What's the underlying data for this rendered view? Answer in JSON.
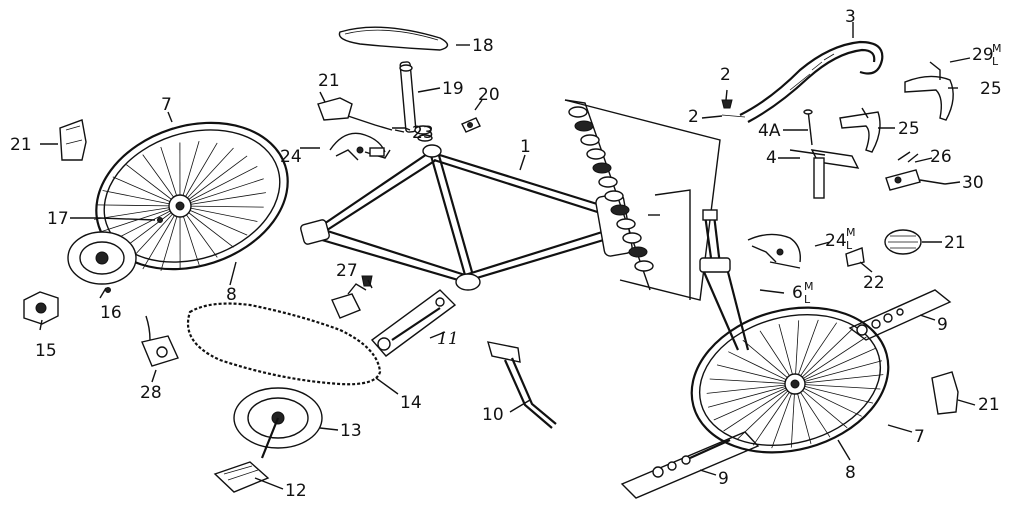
{
  "labels": {
    "l1": "1",
    "l2a": "2",
    "l2b": "2",
    "l3": "3",
    "l4": "4",
    "l4a": "4A",
    "l6": "6",
    "l6_sup_top": "M",
    "l6_sup_bot": "L",
    "l7a": "7",
    "l7b": "7",
    "l8a": "8",
    "l8b": "8",
    "l9a": "9",
    "l9b": "9",
    "l10": "10",
    "l11": "11",
    "l12": "12",
    "l13": "13",
    "l14": "14",
    "l15": "15",
    "l16": "16",
    "l17": "17",
    "l18": "18",
    "l19": "19",
    "l20": "20",
    "l21a": "21",
    "l21b": "21",
    "l21c": "21",
    "l21d": "21",
    "l22": "22",
    "l23": "23",
    "l24a": "24",
    "l24b": "24",
    "l24b_sup_top": "M",
    "l24b_sup_bot": "L",
    "l25a": "25",
    "l25b": "25",
    "l26": "26",
    "l27": "27",
    "l28": "28",
    "l29": "29",
    "l29_sup_top": "M",
    "l29_sup_bot": "L",
    "l30": "30"
  }
}
